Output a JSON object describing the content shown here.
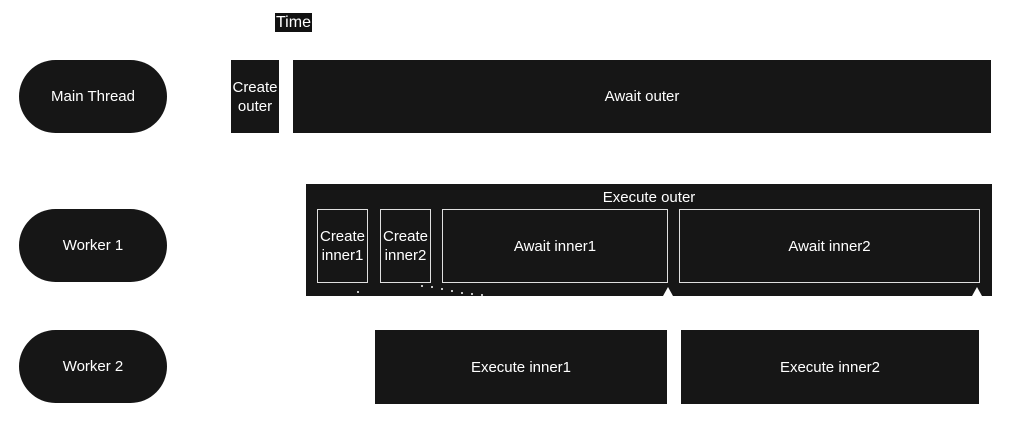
{
  "time_label": "Time",
  "lanes": {
    "main": "Main Thread",
    "worker1": "Worker 1",
    "worker2": "Worker 2"
  },
  "main_thread": {
    "create_outer": "Create\nouter",
    "await_outer": "Await outer"
  },
  "worker1": {
    "execute_outer": "Execute outer",
    "create_inner1": "Create\ninner1",
    "create_inner2": "Create\ninner2",
    "await_inner1": "Await inner1",
    "await_inner2": "Await inner2"
  },
  "worker2": {
    "execute_inner1": "Execute inner1",
    "execute_inner2": "Execute inner2"
  }
}
